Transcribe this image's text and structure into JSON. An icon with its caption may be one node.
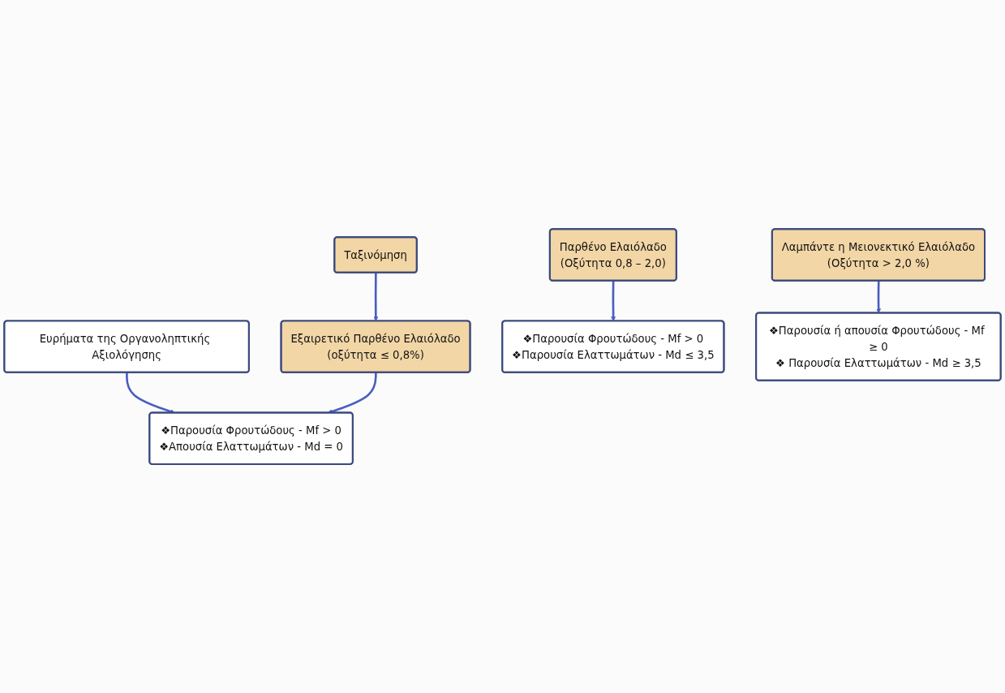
{
  "diagram": {
    "nodes": [
      {
        "text": [
          "Ταξινόμηση"
        ]
      },
      {
        "text": [
          "Ευρήματα της Οργανοληπτικής Αξιολόγησης"
        ]
      },
      {
        "text": [
          "Εξαιρετικό Παρθένο Ελαιόλαδο",
          "(οξύτητα ≤ 0,8%)"
        ]
      },
      {
        "text": [
          "❖Παρουσία Φρουτώδους - Mf > 0",
          "❖Απουσία Ελαττωμάτων - Md = 0"
        ]
      },
      {
        "text": [
          "Παρθένο Ελαιόλαδο",
          "(Οξύτητα 0,8 – 2,0)"
        ]
      },
      {
        "text": [
          "❖Παρουσία Φρουτώδους - Mf > 0",
          "❖Παρουσία Ελαττωμάτων - Md ≤ 3,5"
        ]
      },
      {
        "text": [
          "Λαμπάντε η Μειονεκτικό Ελαιόλαδο",
          "(Οξύτητα > 2,0 %)"
        ]
      },
      {
        "text": [
          "❖Παρουσία ή απουσία Φρουτώδους - Mf ≥ 0",
          "❖ Παρουσία Ελαττωμάτων - Md ≥ 3,5"
        ]
      }
    ],
    "edges": [
      {
        "from": 0,
        "to": 2,
        "arrow": "to"
      },
      {
        "from": 1,
        "to": 3,
        "arrow": "to"
      },
      {
        "from": 2,
        "to": 3,
        "arrow": "to"
      },
      {
        "from": 4,
        "to": 5,
        "arrow": "to"
      },
      {
        "from": 6,
        "to": 7,
        "arrow": "to"
      }
    ]
  }
}
